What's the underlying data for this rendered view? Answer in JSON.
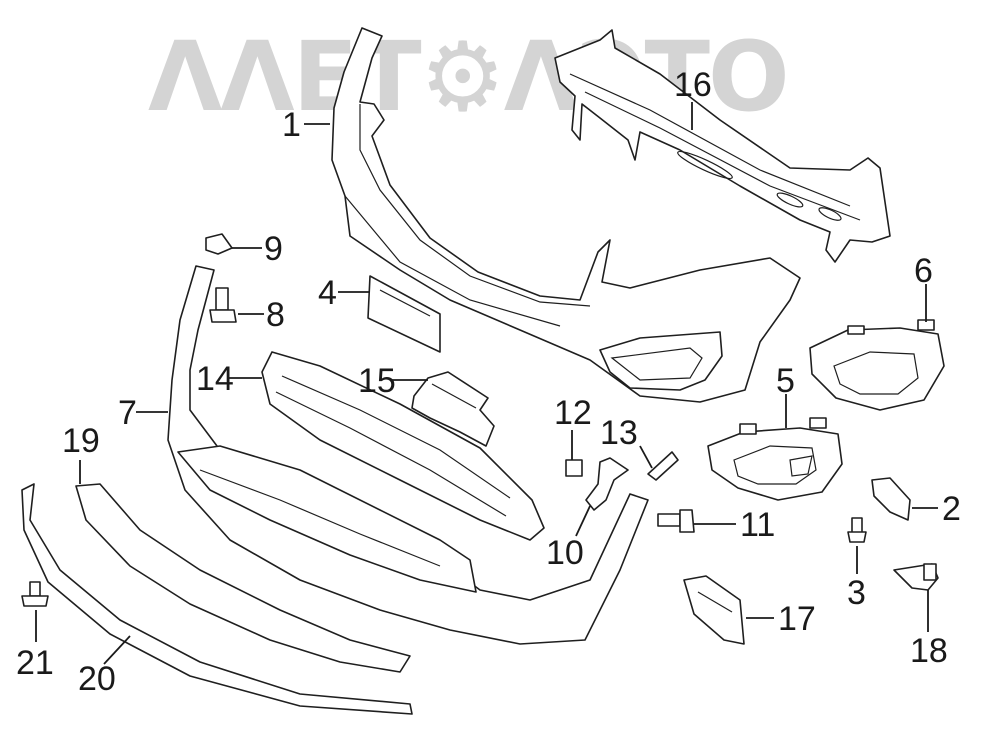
{
  "watermark": {
    "text": "ΛΛΕΤ⚙ΛЭТО"
  },
  "callouts": [
    {
      "id": "1",
      "text": "1"
    },
    {
      "id": "2",
      "text": "2"
    },
    {
      "id": "3",
      "text": "3"
    },
    {
      "id": "4",
      "text": "4"
    },
    {
      "id": "5",
      "text": "5"
    },
    {
      "id": "6",
      "text": "6"
    },
    {
      "id": "7",
      "text": "7"
    },
    {
      "id": "8",
      "text": "8"
    },
    {
      "id": "9",
      "text": "9"
    },
    {
      "id": "10",
      "text": "10"
    },
    {
      "id": "11",
      "text": "11"
    },
    {
      "id": "12",
      "text": "12"
    },
    {
      "id": "13",
      "text": "13"
    },
    {
      "id": "14",
      "text": "14"
    },
    {
      "id": "15",
      "text": "15"
    },
    {
      "id": "16",
      "text": "16"
    },
    {
      "id": "17",
      "text": "17"
    },
    {
      "id": "18",
      "text": "18"
    },
    {
      "id": "19",
      "text": "19"
    },
    {
      "id": "20",
      "text": "20"
    },
    {
      "id": "21",
      "text": "21"
    }
  ]
}
